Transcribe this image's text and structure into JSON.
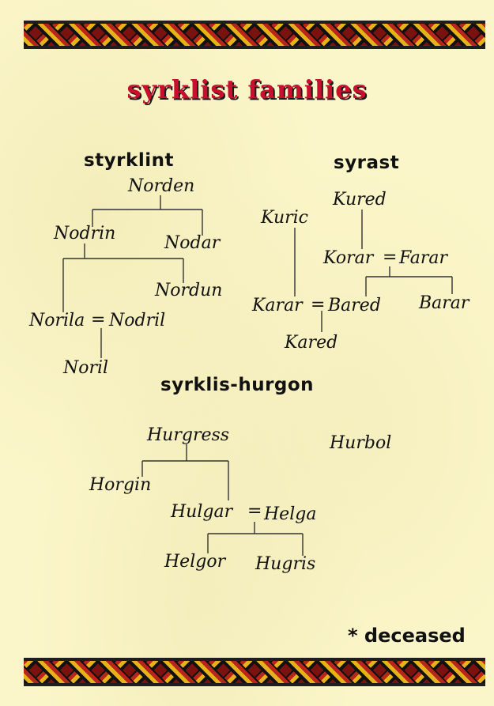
{
  "title": "syrklist families",
  "note": "* deceased",
  "families": {
    "styrklint": {
      "heading": "styrklint",
      "norden": "Norden",
      "nodrin": "Nodrin",
      "nodar": "Nodar",
      "nordun": "Nordun",
      "norila": "Norila",
      "nodril": "Nodril",
      "noril": "Noril",
      "eq": "="
    },
    "syrast": {
      "heading": "syrast",
      "kured": "Kured",
      "kuric": "Kuric",
      "korar": "Korar",
      "farar": "Farar",
      "karar": "Karar",
      "bared": "Bared",
      "barar": "Barar",
      "kared": "Kared",
      "eq": "="
    },
    "syrklis_hurgon": {
      "heading": "syrklis-hurgon",
      "hurgress": "Hurgress",
      "hurbol": "Hurbol",
      "horgin": "Horgin",
      "hulgar": "Hulgar",
      "helga": "Helga",
      "helgor": "Helgor",
      "hugris": "Hugris",
      "eq": "="
    }
  },
  "colors": {
    "background": "#fbf6c9",
    "title": "#c8102e",
    "text": "#111111",
    "border_red": "#b8251a",
    "border_gold": "#e6b21a"
  }
}
